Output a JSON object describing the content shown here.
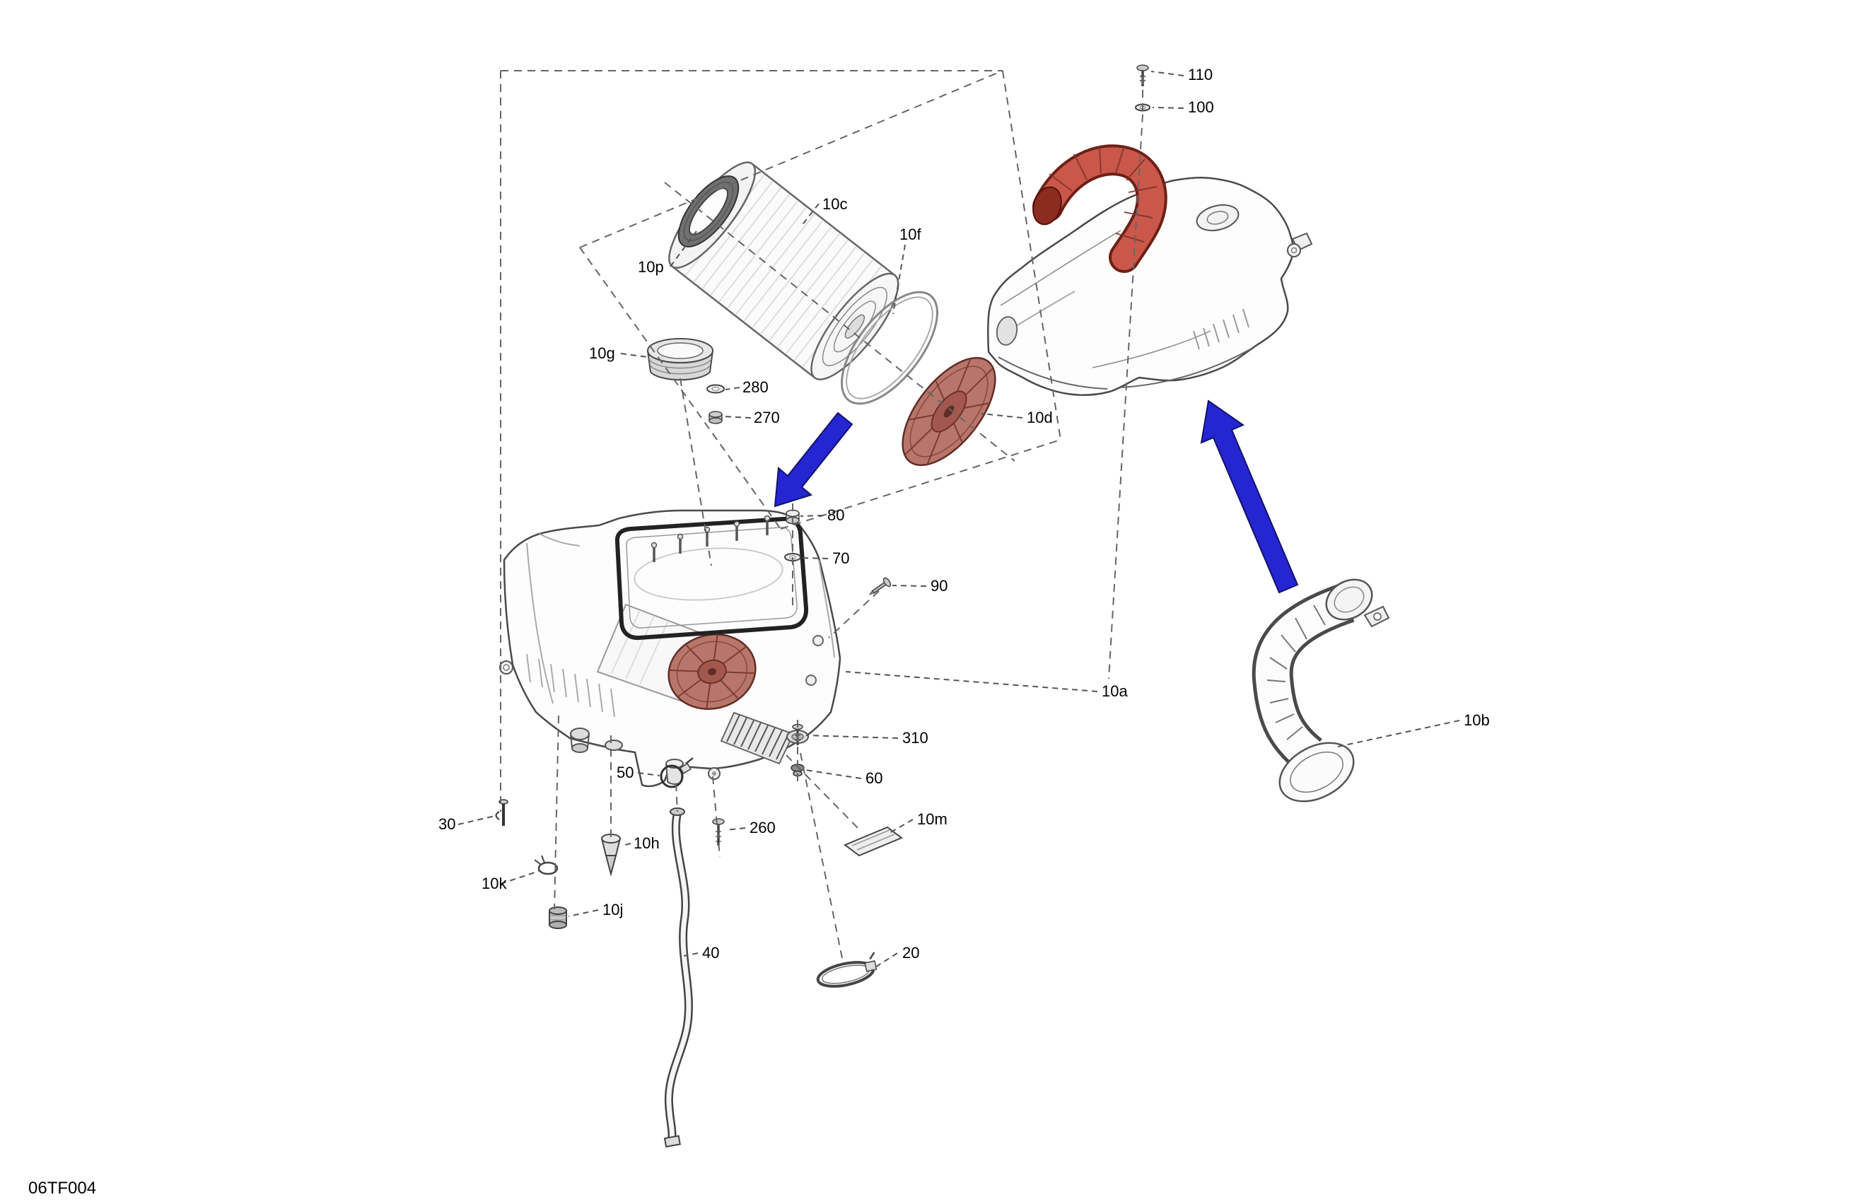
{
  "diagram": {
    "code": "06TF004",
    "colors": {
      "highlight": "#c9584a",
      "highlight_dark": "#6e1f16",
      "cap": "#b8766b",
      "arrow": "#2525d2",
      "line": "#444444"
    },
    "callouts": [
      {
        "id": "c110",
        "label": "110"
      },
      {
        "id": "c100",
        "label": "100"
      },
      {
        "id": "c10c",
        "label": "10c"
      },
      {
        "id": "c10f",
        "label": "10f"
      },
      {
        "id": "c10p",
        "label": "10p"
      },
      {
        "id": "c10g",
        "label": "10g"
      },
      {
        "id": "c280",
        "label": "280"
      },
      {
        "id": "c270",
        "label": "270"
      },
      {
        "id": "c10d",
        "label": "10d"
      },
      {
        "id": "c80",
        "label": "80"
      },
      {
        "id": "c70",
        "label": "70"
      },
      {
        "id": "c90",
        "label": "90"
      },
      {
        "id": "c10a",
        "label": "10a"
      },
      {
        "id": "c310",
        "label": "310"
      },
      {
        "id": "c60",
        "label": "60"
      },
      {
        "id": "c50",
        "label": "50"
      },
      {
        "id": "c30",
        "label": "30"
      },
      {
        "id": "c10h",
        "label": "10h"
      },
      {
        "id": "c260",
        "label": "260"
      },
      {
        "id": "c10m",
        "label": "10m"
      },
      {
        "id": "c10k",
        "label": "10k"
      },
      {
        "id": "c10j",
        "label": "10j"
      },
      {
        "id": "c40",
        "label": "40"
      },
      {
        "id": "c20",
        "label": "20"
      },
      {
        "id": "c10b",
        "label": "10b"
      }
    ]
  }
}
